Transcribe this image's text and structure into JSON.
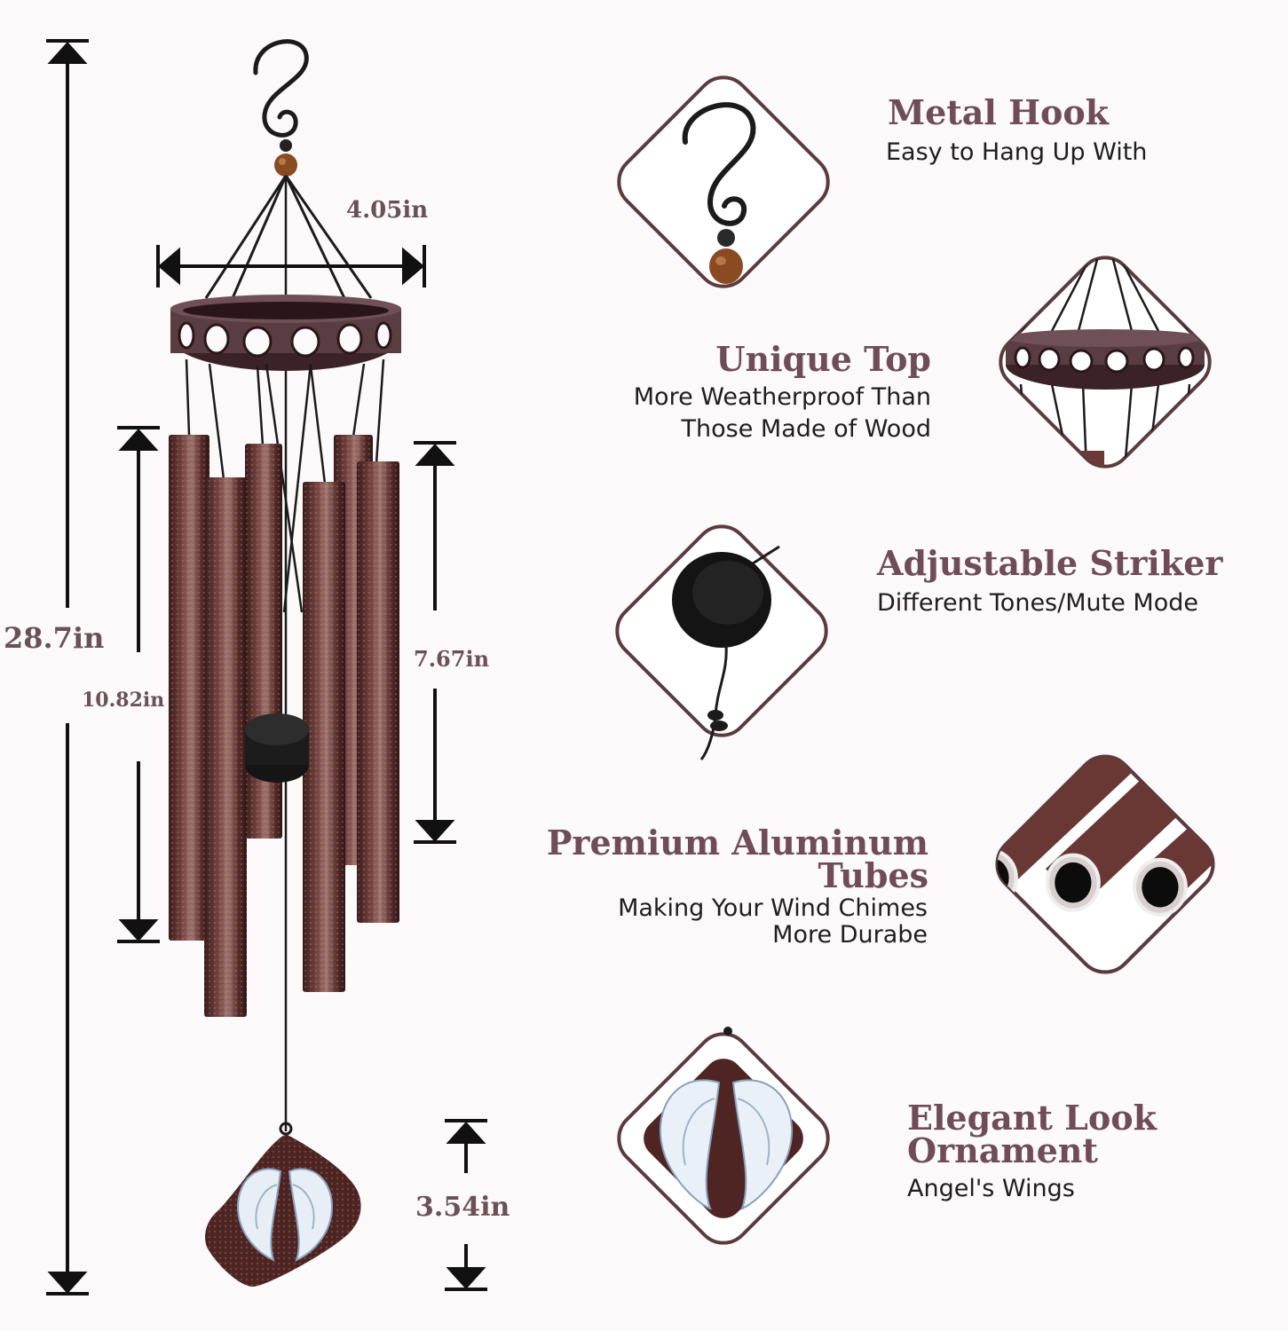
{
  "dimensions": {
    "total_height": "28.7in",
    "top_width": "4.05in",
    "long_tube": "10.82in",
    "short_tube": "7.67in",
    "ornament": "3.54in"
  },
  "features": [
    {
      "title": "Metal Hook",
      "desc": [
        "Easy to Hang Up With"
      ],
      "icon": "hook-icon"
    },
    {
      "title": "Unique Top",
      "desc": [
        "More Weatherproof Than",
        "Those Made of Wood"
      ],
      "icon": "ring-top-icon"
    },
    {
      "title": "Adjustable Striker",
      "desc": [
        "Different Tones/Mute Mode"
      ],
      "icon": "striker-icon"
    },
    {
      "title_lines": [
        "Premium Aluminum",
        "Tubes"
      ],
      "desc": [
        "Making Your Wind Chimes",
        "More Durabe"
      ],
      "icon": "tubes-icon"
    },
    {
      "title_lines": [
        "Elegant Look",
        "Ornament"
      ],
      "desc": [
        "Angel's Wings"
      ],
      "icon": "angel-wings-icon"
    }
  ],
  "colors": {
    "tube": "#5a2e2c",
    "accent_text": "#6f4c58",
    "frame": "#5b3b3e",
    "ornament": "#4e2523"
  }
}
